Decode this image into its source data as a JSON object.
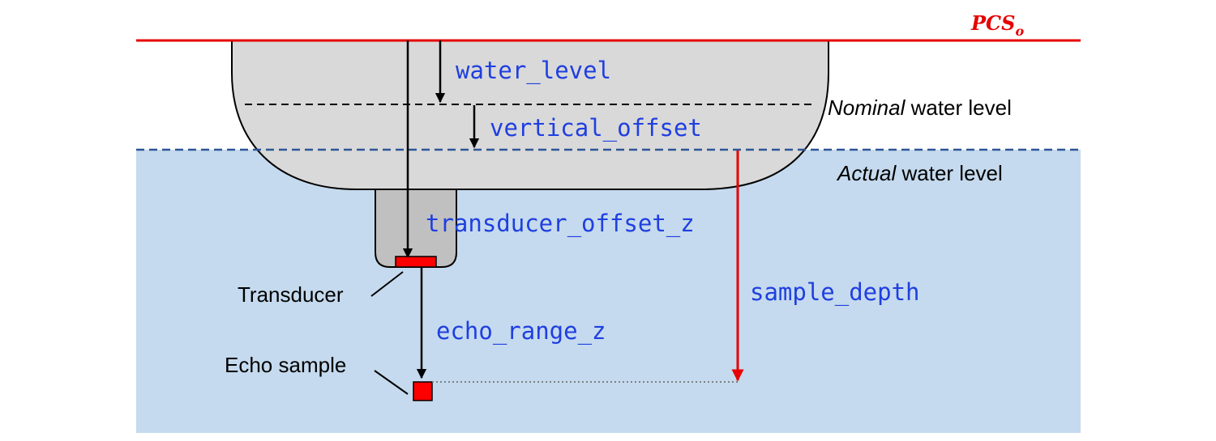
{
  "reference_label": {
    "main": "PCS",
    "subscript": "o"
  },
  "water_levels": {
    "nominal": {
      "emphasis": "Nominal",
      "rest": " water level"
    },
    "actual": {
      "emphasis": "Actual",
      "rest": " water level"
    }
  },
  "offset_labels": {
    "water_level": "water_level",
    "vertical_offset": "vertical_offset",
    "transducer_offset_z": "transducer_offset_z",
    "echo_range_z": "echo_range_z",
    "sample_depth": "sample_depth"
  },
  "component_labels": {
    "transducer": "Transducer",
    "echo_sample": "Echo sample"
  },
  "colors": {
    "water": "#c5daee",
    "hull": "#d9d9d9",
    "transducer_housing": "#c0c0c0",
    "reference_line": "#e60000",
    "code_text": "#1f3fe0",
    "actual_water_line": "#2e5597",
    "marker": "#ff0000"
  }
}
